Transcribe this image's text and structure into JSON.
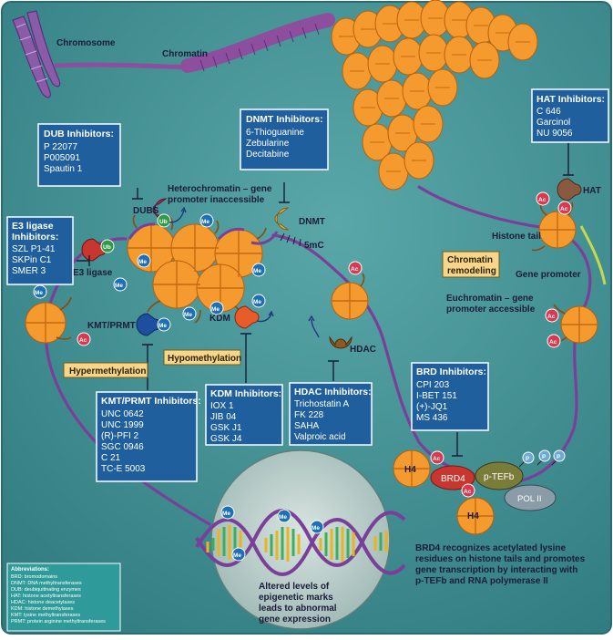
{
  "labels": {
    "chromosome": "Chromosome",
    "chromatin": "Chromatin",
    "heterochromatin": "Heterochromatin – gene",
    "heterochromatin2": "promoter inaccessible",
    "dubs": "DUBS",
    "e3_ligase": "E3 ligase",
    "dnmt": "DNMT",
    "five_mc": "5mC",
    "kmt_prmt": "KMT/PRMT",
    "kdm": "KDM",
    "hdac": "HDAC",
    "hat": "HAT",
    "histone_tail": "Histone tail",
    "gene_promoter": "Gene promoter",
    "euchromatin": "Euchromatin – gene",
    "euchromatin2": "promoter accessible",
    "brd4": "BRD4",
    "ptefb": "p-TEFb",
    "pol2": "POL II",
    "h4": "H4",
    "p": "P",
    "me": "Me",
    "ac": "Ac",
    "ub": "Ub"
  },
  "tags": {
    "hypermethylation": "Hypermethylation",
    "hypomethylation": "Hypomethylation",
    "chromatin_remodeling_1": "Chromatin",
    "chromatin_remodeling_2": "remodeling"
  },
  "panels": {
    "dub": {
      "title": "DUB Inhibitors:",
      "items": [
        "P 22077",
        "P005091",
        "Spautin 1"
      ]
    },
    "dnmt": {
      "title": "DNMT Inhibitors:",
      "items": [
        "6-Thioguanine",
        "Zebularine",
        "Decitabine"
      ]
    },
    "hat": {
      "title": "HAT Inhibitors:",
      "items": [
        "C 646",
        "Garcinol",
        "NU 9056"
      ]
    },
    "e3": {
      "title": "E3 ligase",
      "title2": "Inhibitors:",
      "items": [
        "SZL P1-41",
        "SKPin C1",
        "SMER 3"
      ]
    },
    "kmt": {
      "title": "KMT/PRMT Inhibitors:",
      "items": [
        "UNC 0642",
        "UNC 1999",
        "(R)-PFI 2",
        "SGC 0946",
        "C 21",
        "TC-E 5003"
      ]
    },
    "kdm": {
      "title": "KDM Inhibitors:",
      "items": [
        "IOX 1",
        "JIB 04",
        "GSK J1",
        "GSK J4"
      ]
    },
    "hdac": {
      "title": "HDAC Inhibitors:",
      "items": [
        "Trichostatin A",
        "FK 228",
        "SAHA",
        "Valproic acid"
      ]
    },
    "brd": {
      "title": "BRD Inhibitors:",
      "items": [
        "CPI 203",
        "I-BET 151",
        "(+)-JQ1",
        "MS 436"
      ]
    }
  },
  "captions": {
    "brd4": [
      "BRD4 recognizes acetylated lysine",
      "residues on histone tails and promotes",
      "gene transcription by interacting with",
      "p-TEFb and RNA polymerase II"
    ],
    "altered": [
      "Altered levels of",
      "epigenetic marks",
      "leads to abnormal",
      "gene expression"
    ]
  },
  "abbreviations": {
    "title": "Abbreviations:",
    "items": [
      "BRD: bromodomains",
      "DNMT: DNA methyltransferases",
      "DUB: deubiquitinating enzymes",
      "HAT: histone acetyltransferases",
      "HDAC: histone deacetylases",
      "KDM: histone demethylases",
      "KMT: lysine methyltransferases",
      "PRMT: protein arginine methyltransferases"
    ]
  },
  "colors": {
    "background": "#3f8f93",
    "panel": "#1f5f9e",
    "dna": "#7a3f98",
    "nucleosome": "#f59a2e",
    "methyl": "#1e6fb3",
    "acetyl": "#d73a4f",
    "highlight": "#f7d58a"
  }
}
